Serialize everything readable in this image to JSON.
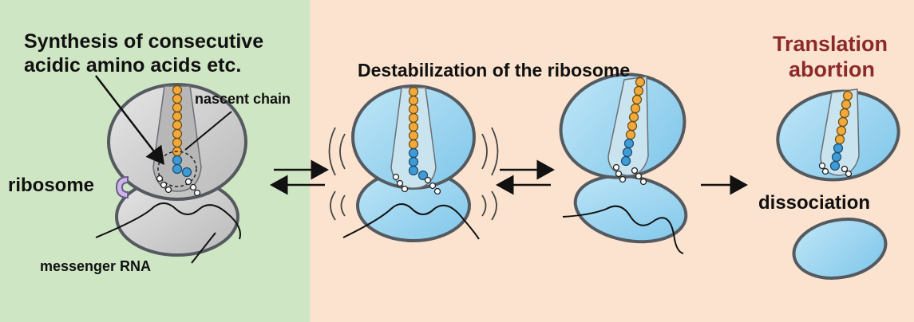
{
  "title_left_line1": "Synthesis of consecutive",
  "title_left_line2": "acidic amino acids etc.",
  "title_middle": "Destabilization of the ribosome",
  "title_right_line1": "Translation",
  "title_right_line2": "abortion",
  "label_nascent": "nascent chain",
  "label_ribosome": "ribosome",
  "label_mrna": "messenger RNA",
  "label_dissociation": "dissociation",
  "colors": {
    "left_panel_bg": "#cfe6c4",
    "right_panel_bg": "#fbe3cf",
    "ribosome_gray": "#c9c9c9",
    "ribosome_blue": "#8fd0ee",
    "outline": "#555a60",
    "acidic_bead": "#f2a93b",
    "blue_bead": "#3e9bd6",
    "title_red": "#8c2a2a"
  }
}
